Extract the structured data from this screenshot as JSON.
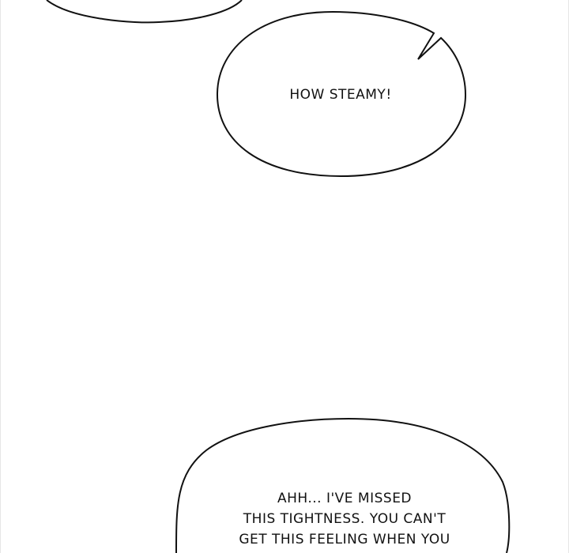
{
  "bubbles": [
    {
      "lines": []
    },
    {
      "lines": [
        "HOW STEAMY!"
      ]
    },
    {
      "lines": [
        "AHH... I'VE MISSED",
        "THIS TIGHTNESS. YOU CAN'T",
        "GET THIS FEELING WHEN YOU"
      ]
    }
  ],
  "colors": {
    "ink": "#111111",
    "paper": "#ffffff"
  }
}
